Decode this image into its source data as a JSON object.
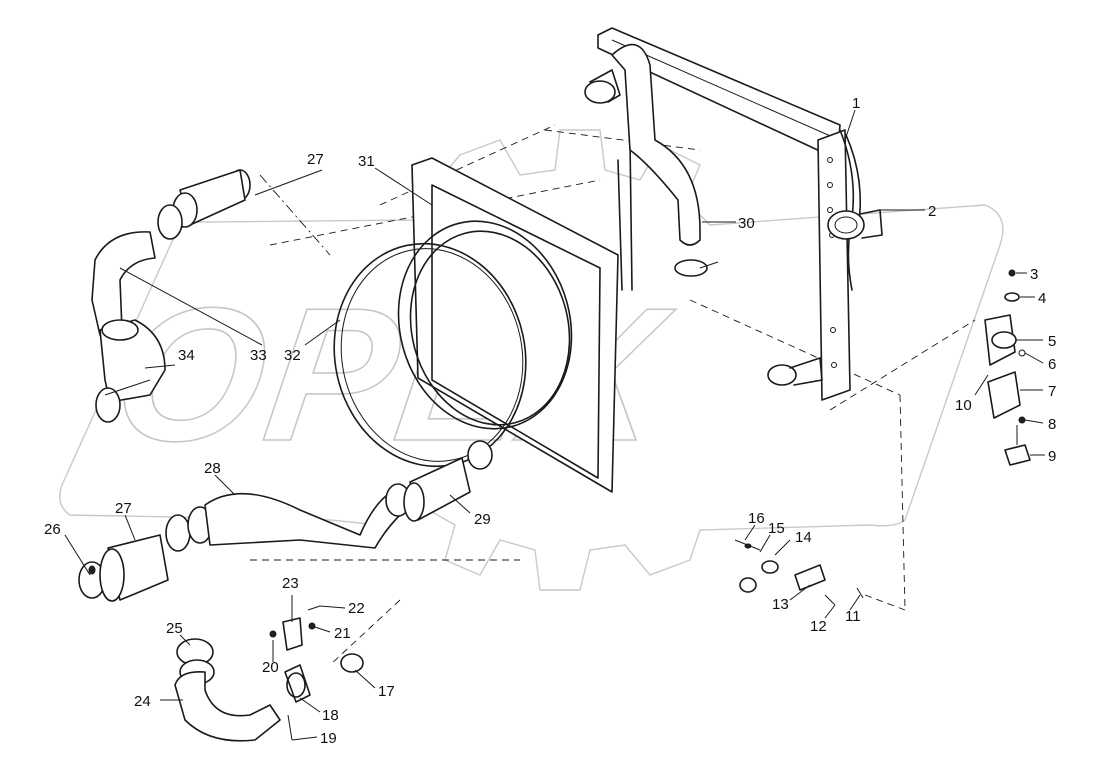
{
  "watermark": {
    "brand_text": "OPEX",
    "color": "#c6c6c6"
  },
  "colors": {
    "line": "#1a1a1a",
    "background": "#ffffff"
  },
  "callouts": [
    {
      "id": "c1",
      "label": "1"
    },
    {
      "id": "c2",
      "label": "2"
    },
    {
      "id": "c3",
      "label": "3"
    },
    {
      "id": "c4",
      "label": "4"
    },
    {
      "id": "c5",
      "label": "5"
    },
    {
      "id": "c6",
      "label": "6"
    },
    {
      "id": "c7",
      "label": "7"
    },
    {
      "id": "c8",
      "label": "8"
    },
    {
      "id": "c9",
      "label": "9"
    },
    {
      "id": "c10",
      "label": "10"
    },
    {
      "id": "c11",
      "label": "11"
    },
    {
      "id": "c12",
      "label": "12"
    },
    {
      "id": "c13",
      "label": "13"
    },
    {
      "id": "c14",
      "label": "14"
    },
    {
      "id": "c15",
      "label": "15"
    },
    {
      "id": "c16",
      "label": "16"
    },
    {
      "id": "c17",
      "label": "17"
    },
    {
      "id": "c18",
      "label": "18"
    },
    {
      "id": "c19",
      "label": "19"
    },
    {
      "id": "c20",
      "label": "20"
    },
    {
      "id": "c21",
      "label": "21"
    },
    {
      "id": "c22",
      "label": "22"
    },
    {
      "id": "c23",
      "label": "23"
    },
    {
      "id": "c24",
      "label": "24"
    },
    {
      "id": "c25",
      "label": "25"
    },
    {
      "id": "c26",
      "label": "26"
    },
    {
      "id": "c27a",
      "label": "27"
    },
    {
      "id": "c27b",
      "label": "27"
    },
    {
      "id": "c28",
      "label": "28"
    },
    {
      "id": "c29",
      "label": "29"
    },
    {
      "id": "c30",
      "label": "30"
    },
    {
      "id": "c31",
      "label": "31"
    },
    {
      "id": "c32",
      "label": "32"
    },
    {
      "id": "c33",
      "label": "33"
    },
    {
      "id": "c34",
      "label": "34"
    }
  ]
}
